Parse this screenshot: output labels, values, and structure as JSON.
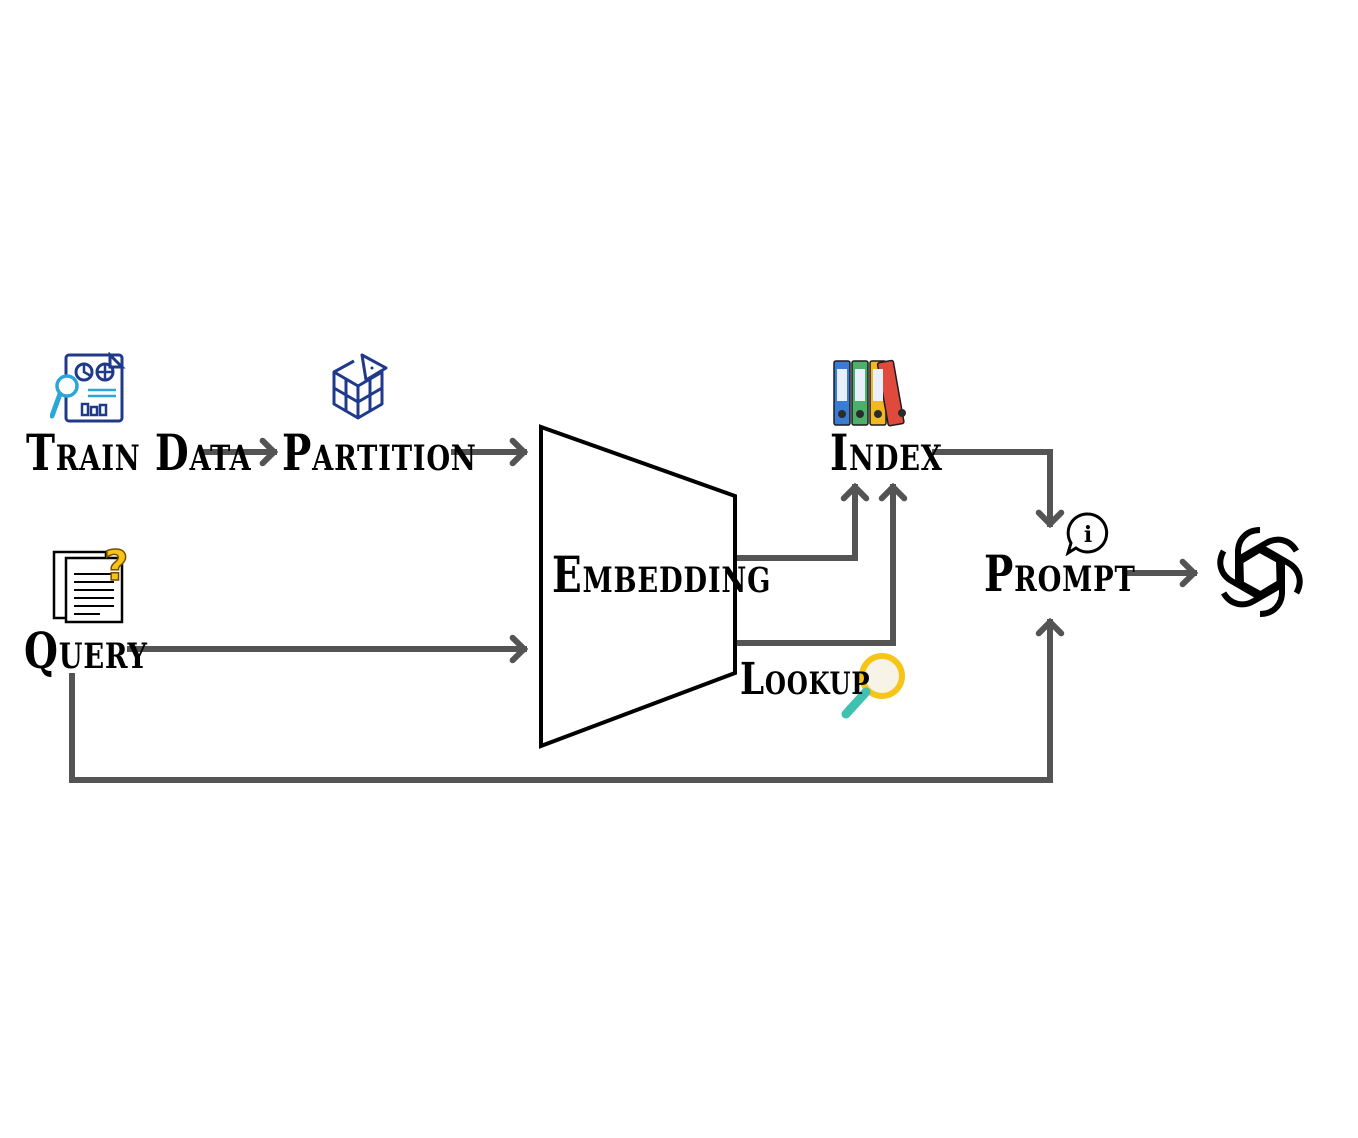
{
  "nodes": {
    "train_data": {
      "label": "Train Data",
      "icon": "data-report-icon"
    },
    "partition": {
      "label": "Partition",
      "icon": "partition-cube-icon"
    },
    "query": {
      "label": "Query",
      "icon": "question-document-icon"
    },
    "embedding": {
      "label": "Embedding"
    },
    "index": {
      "label": "Index",
      "icon": "binders-icon"
    },
    "lookup": {
      "label": "Lookup",
      "icon": "magnifier-icon"
    },
    "prompt": {
      "label": "Prompt",
      "icon": "info-bubble-icon"
    },
    "llm": {
      "icon": "openai-logo-icon"
    }
  },
  "edges": [
    {
      "from": "train_data",
      "to": "partition"
    },
    {
      "from": "partition",
      "to": "embedding"
    },
    {
      "from": "query",
      "to": "embedding"
    },
    {
      "from": "embedding",
      "to": "index"
    },
    {
      "from": "lookup",
      "to": "index"
    },
    {
      "from": "index",
      "to": "prompt"
    },
    {
      "from": "query",
      "to": "prompt"
    },
    {
      "from": "prompt",
      "to": "llm"
    }
  ],
  "colors": {
    "arrow": "#545454",
    "binder_blue": "#3a7bd5",
    "binder_green": "#4caf6a",
    "binder_yellow": "#f2b824",
    "binder_red": "#e04a3c",
    "icon_navy": "#1f3a8a",
    "icon_sky": "#2aa6d9",
    "magnifier_yellow": "#f5c518",
    "magnifier_teal": "#3fc1b0"
  }
}
